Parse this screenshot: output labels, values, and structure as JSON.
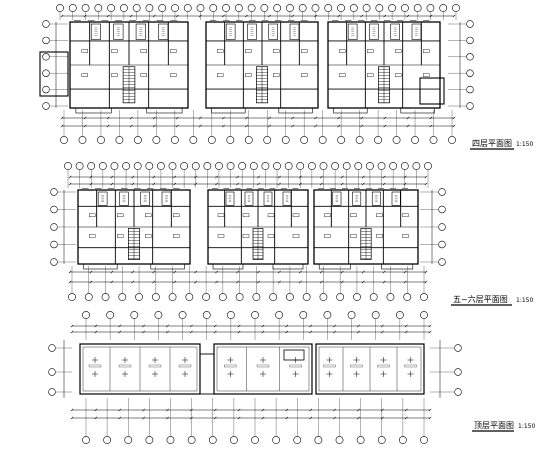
{
  "drawing": {
    "plans": [
      {
        "id": "fourth-floor",
        "title": "四层平面图",
        "scale": "1:150"
      },
      {
        "id": "five-six-floor",
        "title": "五~六层平面图",
        "scale": "1:150"
      },
      {
        "id": "roof",
        "title": "顶层平面图",
        "scale": "1:150"
      }
    ],
    "line_color": "#000000",
    "background_color": "#ffffff"
  }
}
